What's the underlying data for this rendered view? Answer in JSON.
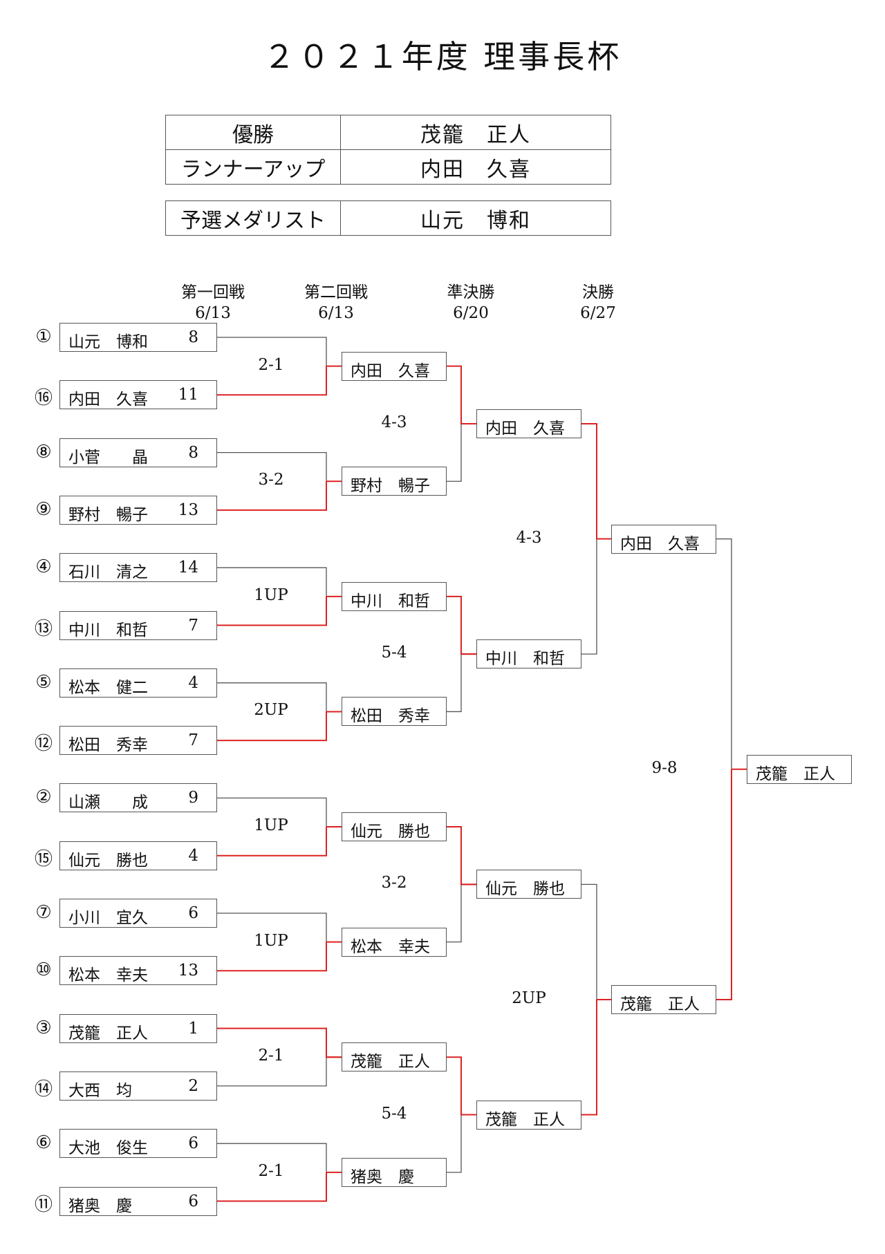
{
  "title": "２０２１年度 理事長杯",
  "summary": [
    {
      "label": "優勝",
      "value": "茂籠　正人"
    },
    {
      "label": "ランナーアップ",
      "value": "内田　久喜"
    },
    {
      "label": "予選メダリスト",
      "value": "山元　博和"
    }
  ],
  "rounds": [
    {
      "name": "第一回戦",
      "date": "6/13"
    },
    {
      "name": "第二回戦",
      "date": "6/13"
    },
    {
      "name": "準決勝",
      "date": "6/20"
    },
    {
      "name": "決勝",
      "date": "6/27"
    }
  ],
  "entrants": [
    {
      "seed": "①",
      "name": "山元　博和",
      "score": "8"
    },
    {
      "seed": "⑯",
      "name": "内田　久喜",
      "score": "11"
    },
    {
      "seed": "⑧",
      "name": "小菅　　晶",
      "score": "8"
    },
    {
      "seed": "⑨",
      "name": "野村　暢子",
      "score": "13"
    },
    {
      "seed": "④",
      "name": "石川　清之",
      "score": "14"
    },
    {
      "seed": "⑬",
      "name": "中川　和哲",
      "score": "7"
    },
    {
      "seed": "⑤",
      "name": "松本　健二",
      "score": "4"
    },
    {
      "seed": "⑫",
      "name": "松田　秀幸",
      "score": "7"
    },
    {
      "seed": "②",
      "name": "山瀬　　成",
      "score": "9"
    },
    {
      "seed": "⑮",
      "name": "仙元　勝也",
      "score": "4"
    },
    {
      "seed": "⑦",
      "name": "小川　宜久",
      "score": "6"
    },
    {
      "seed": "⑩",
      "name": "松本　幸夫",
      "score": "13"
    },
    {
      "seed": "③",
      "name": "茂籠　正人",
      "score": "1"
    },
    {
      "seed": "⑭",
      "name": "大西　均",
      "score": "2"
    },
    {
      "seed": "⑥",
      "name": "大池　俊生",
      "score": "6"
    },
    {
      "seed": "⑪",
      "name": "猪奥　慶",
      "score": "6"
    }
  ],
  "round1_results": [
    "2-1",
    "3-2",
    "1UP",
    "2UP",
    "1UP",
    "1UP",
    "2-1",
    "2-1"
  ],
  "round2": [
    "内田　久喜",
    "野村　暢子",
    "中川　和哲",
    "松田　秀幸",
    "仙元　勝也",
    "松本　幸夫",
    "茂籠　正人",
    "猪奥　慶"
  ],
  "round2_results": [
    "4-3",
    "5-4",
    "3-2",
    "5-4"
  ],
  "semifinal": [
    "内田　久喜",
    "中川　和哲",
    "仙元　勝也",
    "茂籠　正人"
  ],
  "semifinal_results": [
    "4-3",
    "2UP"
  ],
  "final": [
    "内田　久喜",
    "茂籠　正人"
  ],
  "final_result": "9-8",
  "champion": "茂籠　正人",
  "colors": {
    "winner_line": "#dd2222",
    "line": "#555555"
  }
}
